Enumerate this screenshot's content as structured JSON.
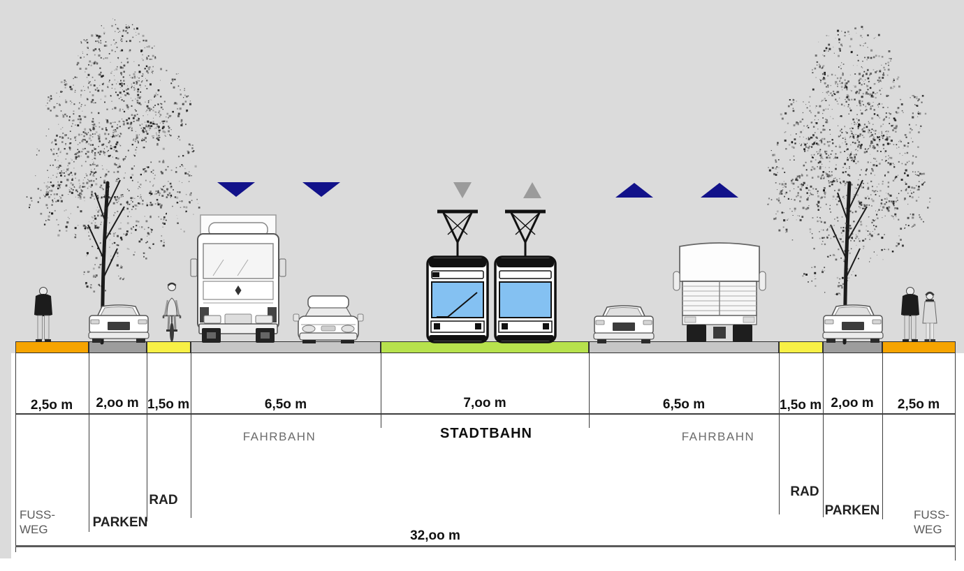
{
  "diagram": {
    "type": "street-cross-section",
    "total_width_label": "32,oo m",
    "measurements": [
      "2,5o m",
      "2,oo m",
      "1,5o m",
      "6,5o m",
      "7,oo m",
      "6,5o m",
      "1,5o m",
      "2,oo m",
      "2,5o m"
    ],
    "zone_labels": {
      "footpath_line1": "FUSS-",
      "footpath_line2": "WEG",
      "parking": "PARKEN",
      "bike_lane": "RAD",
      "roadway": "FAHRBAHN",
      "tram": "STADTBAHN"
    },
    "colors": {
      "background": "#DBDBDB",
      "footpath": "#F6A400",
      "parking": "#9D9D9D",
      "bike_lane": "#F8F046",
      "roadway": "#C6C6C6",
      "tram_bed": "#B7E24D",
      "traffic_arrow": "#12128A",
      "tram_arrow": "#9B9B9B",
      "tram_window": "#84C1F2"
    },
    "scene": {
      "left_sidewalk": [
        "pedestrian-icon",
        "tree-icon",
        "parked-car-icon",
        "cyclist-icon"
      ],
      "left_roadway": {
        "vehicles": [
          "truck-front-icon",
          "car-front-icon"
        ],
        "direction": "down"
      },
      "tram_tracks": {
        "vehicles": [
          "tram-icon",
          "tram-icon"
        ],
        "directions": [
          "down",
          "up"
        ]
      },
      "right_roadway": {
        "vehicles": [
          "car-rear-icon",
          "truck-rear-icon"
        ],
        "direction": "up"
      },
      "right_sidewalk": [
        "parked-car-icon",
        "tree-icon",
        "pedestrian-couple-icon"
      ]
    }
  }
}
